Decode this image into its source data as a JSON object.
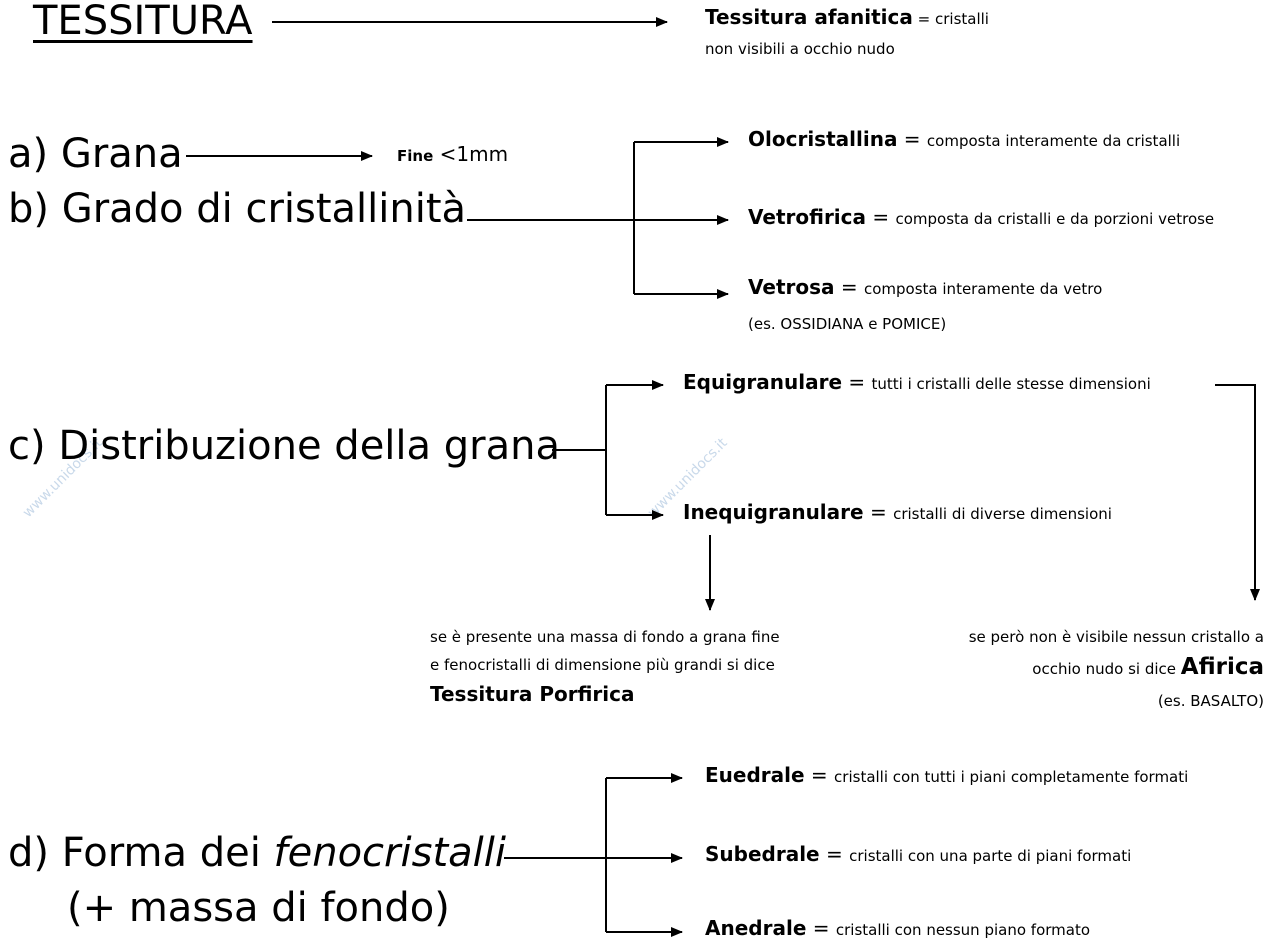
{
  "title": "TESSITURA",
  "tessitura_afanitica": {
    "term": "Tessitura afanitica",
    "def_line1": " = cristalli",
    "def_line2": "non visibili a occhio nudo"
  },
  "grana": {
    "label": "a) Grana",
    "term": "Fine",
    "value": " <1mm"
  },
  "grado": {
    "label": "b) Grado di cristallinità"
  },
  "olocristallina": {
    "term": "Olocristallina",
    "eq": " = ",
    "def": "composta interamente da cristalli"
  },
  "vetrofirica": {
    "term": "Vetrofirica",
    "eq": " = ",
    "def": "composta da cristalli e da porzioni vetrose"
  },
  "vetrosa": {
    "term": "Vetrosa",
    "eq": " = ",
    "def": "composta interamente da vetro",
    "example": "(es. OSSIDIANA e POMICE)"
  },
  "distribuzione": {
    "label": "c) Distribuzione della grana"
  },
  "equigranulare": {
    "term": "Equigranulare",
    "eq": " = ",
    "def": "tutti i cristalli delle stesse dimensioni"
  },
  "inequigranulare": {
    "term": "Inequigranulare",
    "eq": " = ",
    "def": "cristalli di diverse dimensioni"
  },
  "porfirica": {
    "line1": "se è presente una massa di fondo a grana fine",
    "line2": "e fenocristalli di dimensione più grandi si dice",
    "term": "Tessitura Porfirica"
  },
  "afirica": {
    "line1": "se però non è visibile nessun cristallo a",
    "line2": "occhio nudo si dice ",
    "term": "Afirica",
    "example": "(es. BASALTO)"
  },
  "forma": {
    "label_prefix": "d) Forma dei ",
    "label_italic": "fenocristalli",
    "label_line2": "(+ massa di fondo)"
  },
  "euedrale": {
    "term": "Euedrale",
    "eq": " = ",
    "def": "cristalli con tutti i piani completamente formati"
  },
  "subedrale": {
    "term": "Subedrale",
    "eq": " = ",
    "def": "cristalli con una parte di piani formati"
  },
  "anedrale": {
    "term": "Anedrale",
    "eq": " = ",
    "def": "cristalli con nessun piano formato"
  },
  "watermarks": [
    "www.unidocs.it",
    "www.unidocs.it"
  ]
}
